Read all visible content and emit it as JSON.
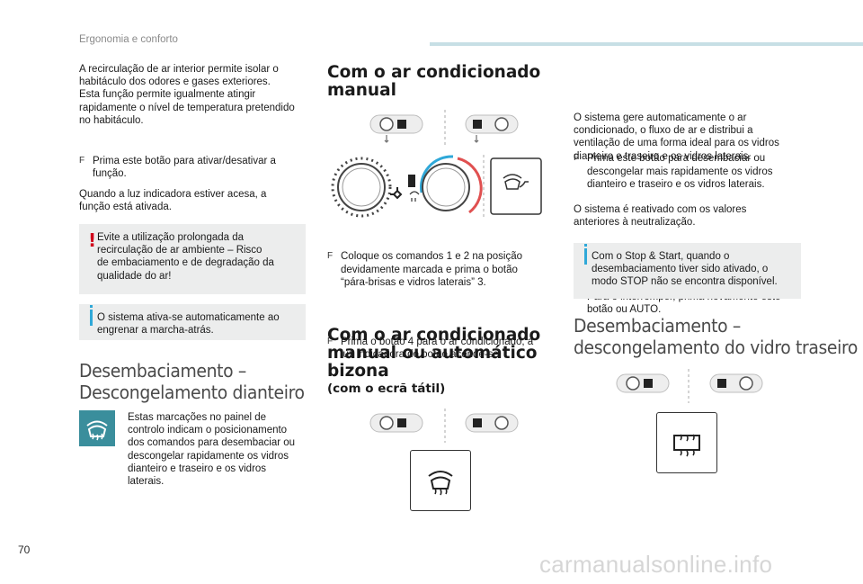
{
  "header": {
    "section": "Ergonomia e conforto",
    "page_number": "70"
  },
  "watermark": "carmanualsonline.info",
  "col1": {
    "intro": [
      "A recirculação de ar interior permite isolar o",
      "habitáculo dos odores e gases exteriores.",
      "Esta função permite igualmente atingir",
      "rapidamente o nível de temperatura pretendido",
      "no habitáculo."
    ],
    "bullet1": [
      "Prima este botão para ativar/desativar a",
      "função."
    ],
    "when_lit": [
      "Quando a luz indicadora estiver acesa, a",
      "função está ativada."
    ],
    "warning": [
      "Evite a utilização prolongada da",
      "recirculação de ar ambiente – Risco",
      "de embaciamento e de degradação da",
      "qualidade do ar!"
    ],
    "info": [
      "O sistema ativa-se automaticamente ao",
      "engrenar a marcha-atrás."
    ],
    "heading": [
      "Desembaciamento –",
      "Descongelamento dianteiro"
    ],
    "markings": [
      "Estas marcações no painel de",
      "controlo indicam o posicionamento",
      "dos comandos para desembaciar ou",
      "descongelar rapidamente os vidros",
      "dianteiro e traseiro e os vidros",
      "laterais."
    ]
  },
  "col2": {
    "heading_manual": [
      "Com o ar condicionado",
      "manual"
    ],
    "bullet_controls": [
      "Coloque os comandos 1 e 2 na posição",
      "devidamente marcada e prima o botão",
      "“pára-brisas e vidros laterais” 3."
    ],
    "bullet_button4": [
      "Prima o botão 4 para o ar condicionado; a",
      "luz indicadora do botão acende-se."
    ],
    "heading_dual": [
      "Com o ar condicionado",
      "manual ou automático",
      "bizona"
    ],
    "subheading": "(com o ecrã tátil)"
  },
  "col3": {
    "bullet_press": [
      "Prima este botão para desembaciar ou",
      "descongelar mais rapidamente os vidros",
      "dianteiro e traseiro e os vidros laterais."
    ],
    "system_manages": [
      "O sistema gere automaticamente o ar",
      "condicionado, o fluxo de ar e distribui a",
      "ventilação de uma forma ideal para os vidros",
      "dianteiro e traseiro e os vidros laterais."
    ],
    "bullet_stop": [
      "Para o interromper, prima novamente este",
      "botão ou AUTO."
    ],
    "reactivated": [
      "O sistema é reativado com os valores",
      "anteriores à neutralização."
    ],
    "info": [
      "Com o Stop & Start, quando o",
      "desembaciamento tiver sido ativado, o",
      "modo STOP não se encontra disponível."
    ],
    "heading": [
      "Desembaciamento –",
      "descongelamento do vidro traseiro"
    ]
  },
  "icons": {
    "bullet_marker": "F",
    "warning": "!",
    "accent_teal": "#3a8e9c",
    "accent_red": "#d0021b",
    "accent_blue": "#2fa8d8"
  }
}
